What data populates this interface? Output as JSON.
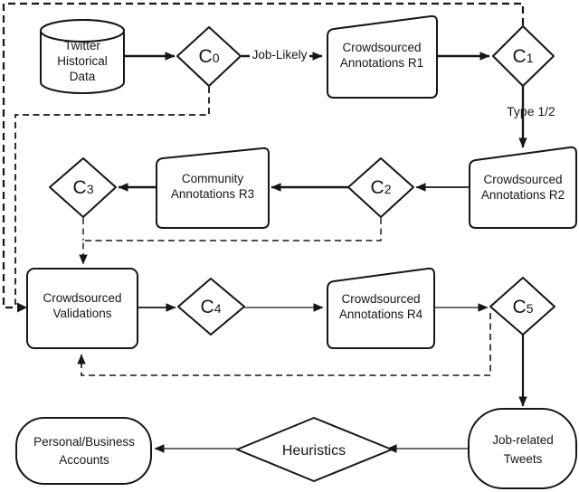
{
  "colors": {
    "stroke": "#161616",
    "background": "#ffffff"
  },
  "nodes": {
    "twitter_data": {
      "shape": "database",
      "lines": [
        "Twitter",
        "Historical",
        "Data"
      ]
    },
    "r1": {
      "shape": "card",
      "lines": [
        "Crowdsourced",
        "Annotations R1"
      ]
    },
    "r2": {
      "shape": "card",
      "lines": [
        "Crowdsourced",
        "Annotations R2"
      ]
    },
    "r3": {
      "shape": "card",
      "lines": [
        "Community",
        "Annotations R3"
      ]
    },
    "r4": {
      "shape": "card",
      "lines": [
        "Crowdsourced",
        "Annotations R4"
      ]
    },
    "validations": {
      "shape": "process",
      "lines": [
        "Crowdsourced",
        "Validations"
      ]
    },
    "job_tweets": {
      "shape": "terminator",
      "lines": [
        "Job-related",
        "Tweets"
      ]
    },
    "accounts": {
      "shape": "terminator",
      "lines": [
        "Personal/Business",
        "Accounts"
      ]
    },
    "heuristics": {
      "shape": "decision",
      "label": "Heuristics"
    },
    "c0": {
      "shape": "decision",
      "base": "C",
      "sub": "0"
    },
    "c1": {
      "shape": "decision",
      "base": "C",
      "sub": "1"
    },
    "c2": {
      "shape": "decision",
      "base": "C",
      "sub": "2"
    },
    "c3": {
      "shape": "decision",
      "base": "C",
      "sub": "3"
    },
    "c4": {
      "shape": "decision",
      "base": "C",
      "sub": "4"
    },
    "c5": {
      "shape": "decision",
      "base": "C",
      "sub": "5"
    }
  },
  "edge_labels": {
    "job_likely": "Job-Likely",
    "type_half": "Type 1/2"
  }
}
